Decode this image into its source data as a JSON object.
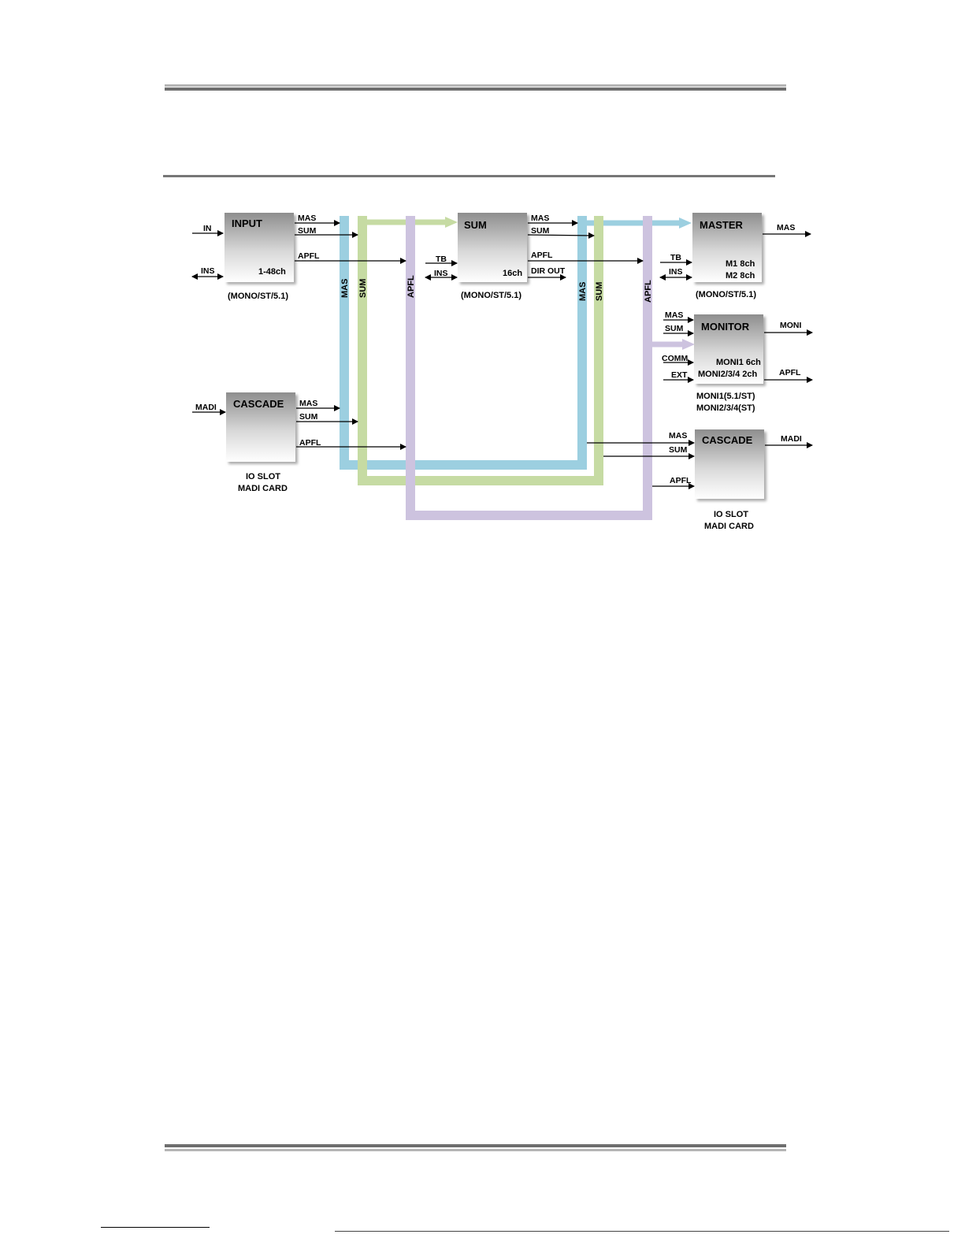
{
  "colors": {
    "mas_bus": "#9ccfe0",
    "sum_bus": "#c6dba3",
    "apfl_bus": "#cdc3df",
    "rule_dark": "#6e6e6e",
    "rule_light": "#b5b5b5"
  },
  "blocks": {
    "input": {
      "title": "INPUT",
      "channels": "1-48ch",
      "format": "(MONO/ST/5.1)",
      "in_left": [
        "IN",
        "INS"
      ],
      "out_right": [
        "MAS",
        "SUM",
        "APFL"
      ]
    },
    "sum": {
      "title": "SUM",
      "channels": "16ch",
      "format": "(MONO/ST/5.1)",
      "in_left": [
        "TB",
        "INS"
      ],
      "out_right": [
        "MAS",
        "SUM",
        "APFL",
        "DIR OUT"
      ]
    },
    "master": {
      "title": "MASTER",
      "channels_1": "M1 8ch",
      "channels_2": "M2 8ch",
      "format": "(MONO/ST/5.1)",
      "in_left": [
        "TB",
        "INS"
      ],
      "out_right": [
        "MAS"
      ]
    },
    "monitor": {
      "title": "MONITOR",
      "channels_1": "MONI1 6ch",
      "channels_2": "MONI2/3/4 2ch",
      "format_1": "MONI1(5.1/ST)",
      "format_2": "MONI2/3/4(ST)",
      "in_left": [
        "MAS",
        "SUM",
        "COMM",
        "EXT"
      ],
      "out_right": [
        "MONI",
        "APFL"
      ]
    },
    "cascade_in": {
      "title": "CASCADE",
      "note_1": "IO SLOT",
      "note_2": "MADI CARD",
      "in_left": [
        "MADI"
      ],
      "out_right": [
        "MAS",
        "SUM",
        "APFL"
      ]
    },
    "cascade_out": {
      "title": "CASCADE",
      "note_1": "IO SLOT",
      "note_2": "MADI CARD",
      "in_left": [
        "MAS",
        "SUM",
        "APFL"
      ],
      "out_right": [
        "MADI"
      ]
    }
  },
  "buses": {
    "mas_left": "MAS",
    "sum_left": "SUM",
    "apfl_left": "APFL",
    "mas_right": "MAS",
    "sum_right": "SUM",
    "apfl_right": "APFL"
  }
}
